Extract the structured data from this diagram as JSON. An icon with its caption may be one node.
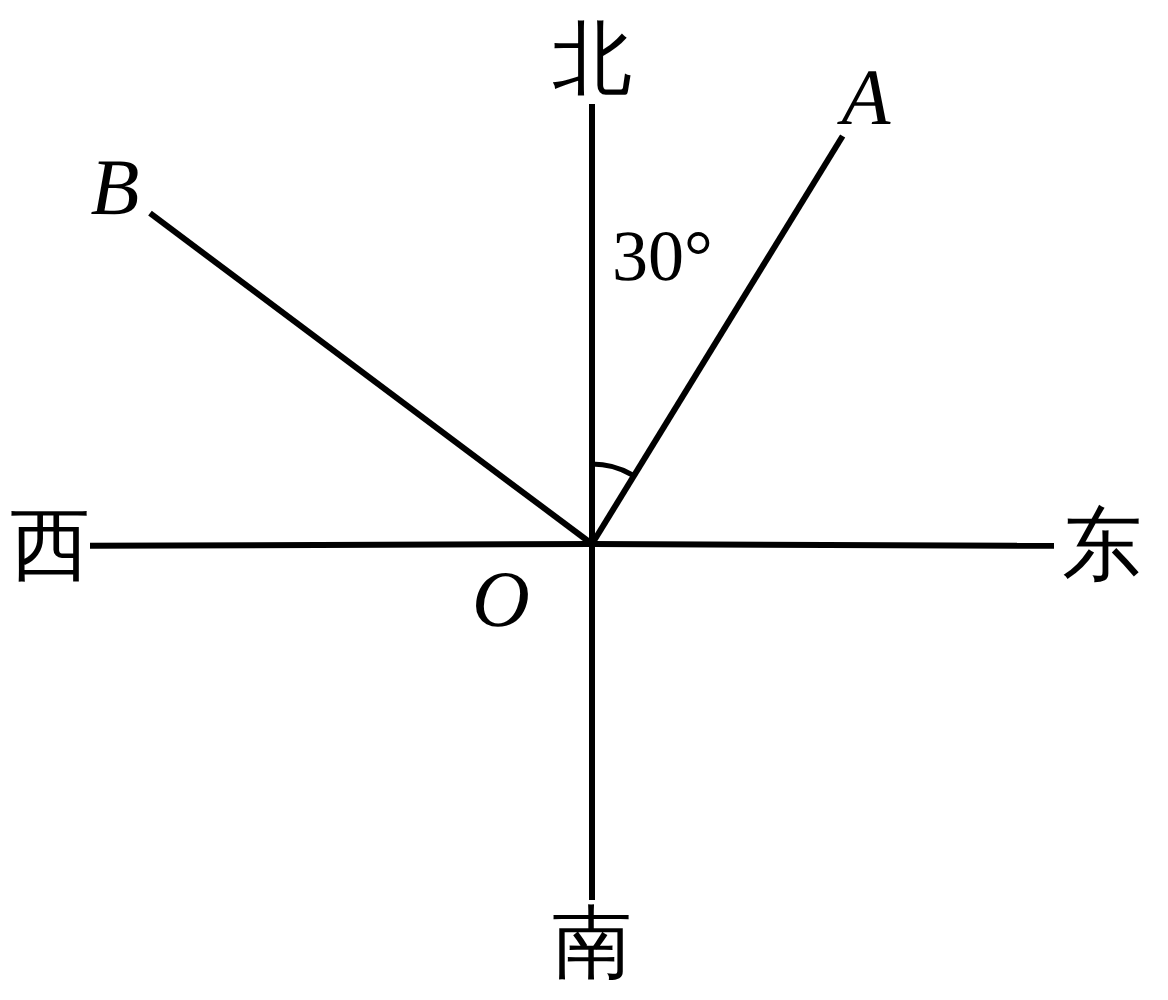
{
  "diagram": {
    "nodes": [
      {
        "text": [
          "北"
        ]
      },
      {
        "text": [
          "A"
        ]
      },
      {
        "text": [
          "B"
        ]
      },
      {
        "text": [
          "西"
        ]
      },
      {
        "text": [
          "O"
        ]
      },
      {
        "text": [
          "东"
        ]
      },
      {
        "text": [
          "南"
        ]
      }
    ],
    "edges": [
      {
        "from": 4,
        "to": 0,
        "arrow": "none"
      },
      {
        "from": 4,
        "to": 1,
        "arrow": "none"
      },
      {
        "from": 4,
        "to": 2,
        "arrow": "none"
      },
      {
        "from": 4,
        "to": 3,
        "arrow": "none"
      },
      {
        "from": 4,
        "to": 5,
        "arrow": "none"
      },
      {
        "from": 4,
        "to": 6,
        "arrow": "none"
      }
    ],
    "labels": [
      "30°"
    ]
  }
}
